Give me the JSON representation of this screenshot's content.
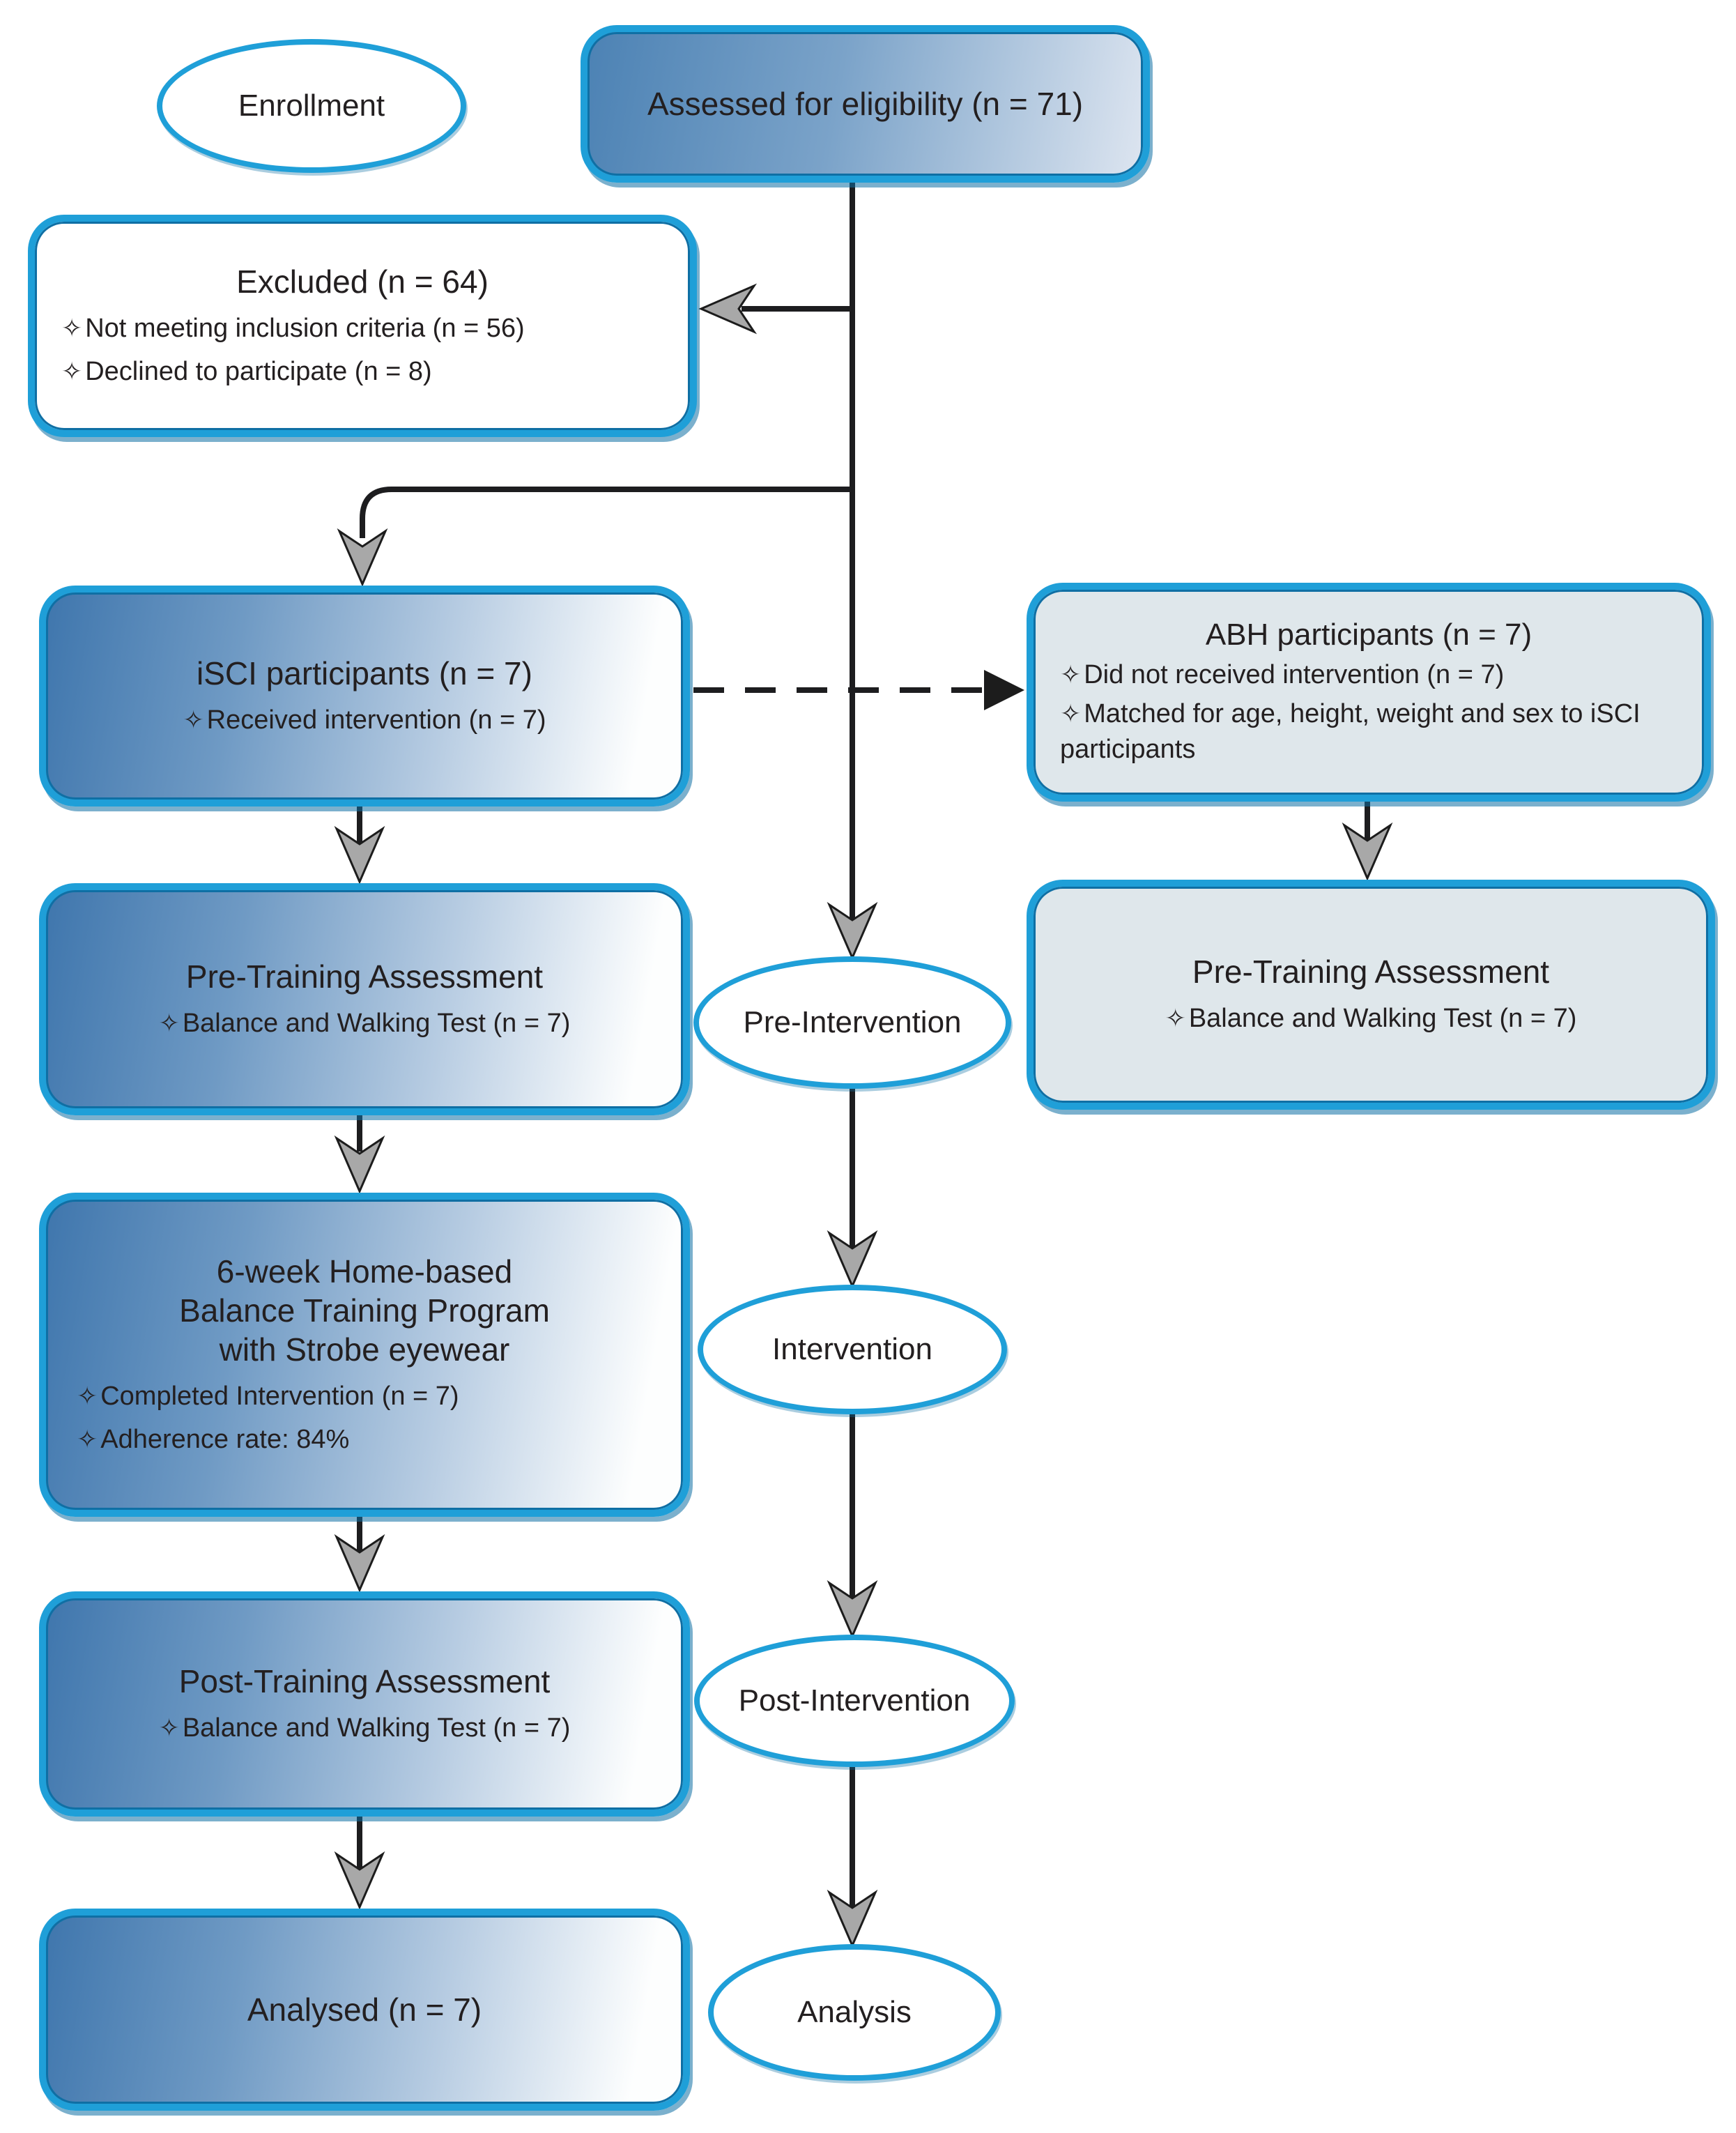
{
  "flowchart": {
    "bullet_icon": "✧",
    "colors": {
      "accent_blue": "#1f9fd8",
      "accent_blue_dark": "#0f6fa4",
      "panel_gray": "#dfe7eb",
      "line_color": "#1d1d1f",
      "arrow_gray": "#a8a8a8",
      "text_color": "#231f20",
      "grad_start": "#4479af"
    },
    "ellipses": {
      "enrollment": "Enrollment",
      "pre_intervention": "Pre-Intervention",
      "intervention": "Intervention",
      "post_intervention": "Post-Intervention",
      "analysis": "Analysis"
    },
    "boxes": {
      "assessed": {
        "title": "Assessed for eligibility (n = 71)"
      },
      "excluded": {
        "title": "Excluded (n = 64)",
        "bullets": [
          "Not meeting inclusion criteria (n = 56)",
          "Declined to participate (n = 8)"
        ]
      },
      "isci": {
        "title": "iSCI participants (n = 7)",
        "bullets": [
          "Received intervention (n = 7)"
        ]
      },
      "abh": {
        "title": "ABH participants (n = 7)",
        "bullets": [
          "Did not received intervention (n = 7)",
          "Matched for age, height, weight and sex to iSCI participants"
        ]
      },
      "pre_training_left": {
        "title": "Pre-Training Assessment",
        "bullets": [
          "Balance and Walking Test (n = 7)"
        ]
      },
      "pre_training_right": {
        "title": "Pre-Training Assessment",
        "bullets": [
          "Balance and Walking Test (n = 7)"
        ]
      },
      "program": {
        "title_lines": [
          "6-week Home-based",
          "Balance Training Program",
          "with Strobe eyewear"
        ],
        "bullets": [
          "Completed Intervention (n = 7)",
          "Adherence rate: 84%"
        ]
      },
      "post_training": {
        "title": "Post-Training Assessment",
        "bullets": [
          "Balance and Walking Test (n = 7)"
        ]
      },
      "analysed": {
        "title": "Analysed (n = 7)"
      }
    }
  }
}
